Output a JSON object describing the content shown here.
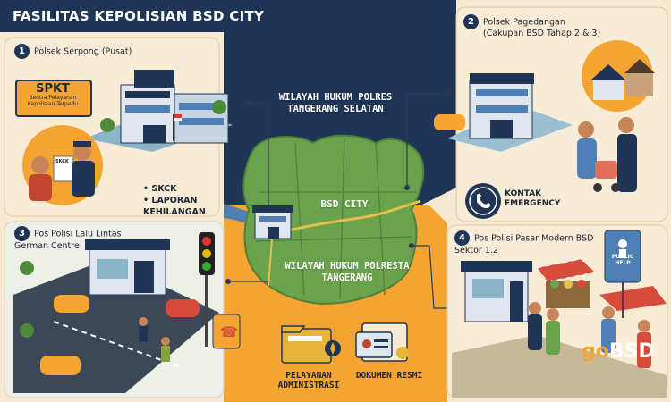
{
  "header": {
    "title": "FASILITAS KEPOLISIAN BSD CITY"
  },
  "items": [
    {
      "num": "1",
      "name": "Polsek Serpong (Pusat)"
    },
    {
      "num": "2",
      "name": "Polsek Pagedangan",
      "note": "(Cakupan BSD Tahap 2 & 3)"
    },
    {
      "num": "3",
      "name": "Pos Polisi Lalu Lintas German Centre"
    },
    {
      "num": "4",
      "name": "Pos Polisi Pasar Modern BSD Sektor 1.2"
    }
  ],
  "spkt": {
    "title": "SPKT",
    "line1": "Sentra Pelayanan",
    "line2": "Kepolisian Terpadu"
  },
  "skck_doc": "SKCK",
  "services": [
    "SKCK",
    "LAPORAN KEHILANGAN"
  ],
  "map": {
    "north": "WILAYAH HUKUM POLRES TANGERANG SELATAN",
    "center": "BSD CITY",
    "south": "WILAYAH HUKUM POLRESTA TANGERANG"
  },
  "emergency": {
    "label": "KONTAK EMERGENCY"
  },
  "bottom": [
    {
      "label": "PELAYANAN ADMINISTRASI"
    },
    {
      "label": "DOKUMEN RESMI"
    }
  ],
  "help_sign": {
    "line1": "PUBLIC",
    "line2": "HELP"
  },
  "brand": {
    "go": "go",
    "bsd": "BSD"
  },
  "colors": {
    "navy": "#1f3556",
    "green": "#6aa24e",
    "orange": "#f4a431",
    "cream": "#f6ead2"
  }
}
